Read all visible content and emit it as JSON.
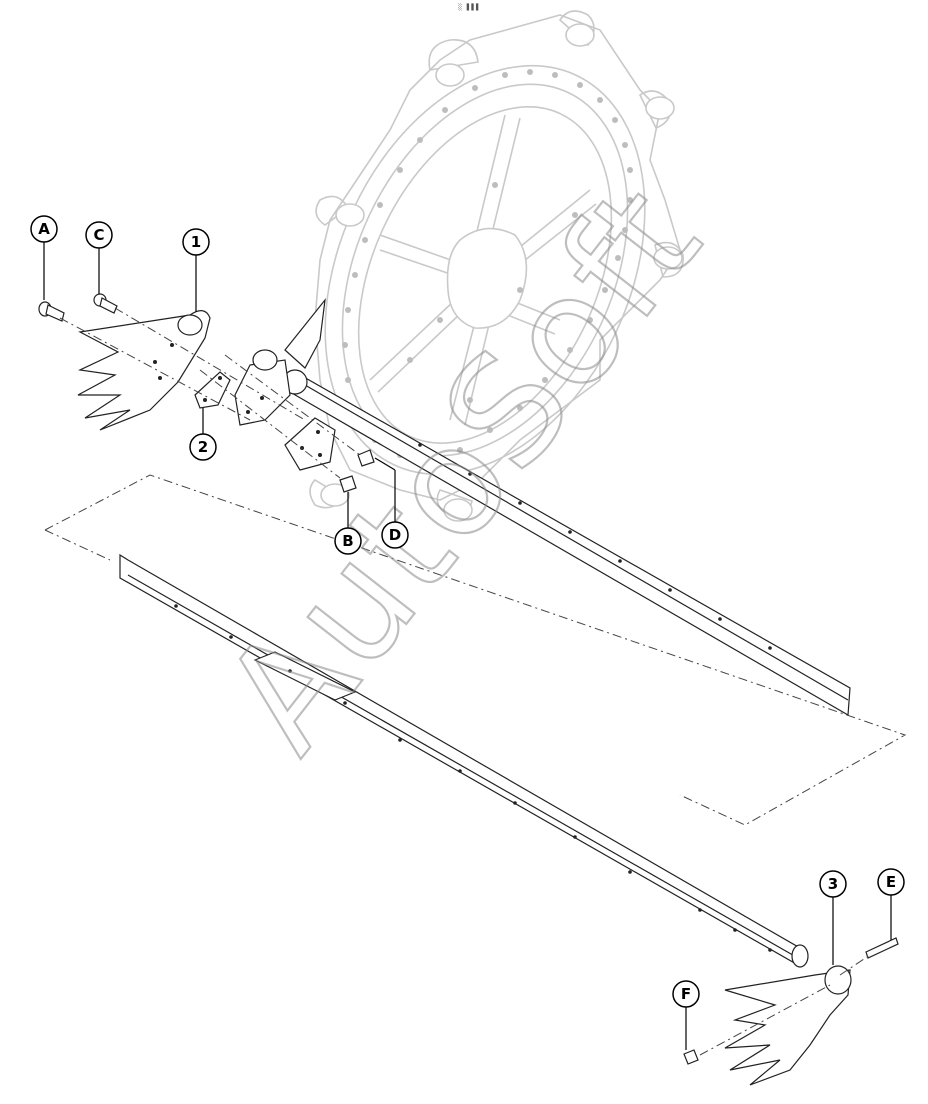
{
  "diagram": {
    "header_mark": "░ ▐▐▐",
    "watermark": "AutoSoft",
    "callouts": [
      {
        "id": "A",
        "label": "A"
      },
      {
        "id": "C",
        "label": "C"
      },
      {
        "id": "1",
        "label": "1"
      },
      {
        "id": "2",
        "label": "2"
      },
      {
        "id": "B",
        "label": "B"
      },
      {
        "id": "D",
        "label": "D"
      },
      {
        "id": "3",
        "label": "3"
      },
      {
        "id": "E",
        "label": "E"
      },
      {
        "id": "F",
        "label": "F"
      }
    ],
    "colors": {
      "line": "#222222",
      "ghost": "#c9c9c9",
      "watermark": "#8a8a8a",
      "background": "#ffffff"
    }
  }
}
